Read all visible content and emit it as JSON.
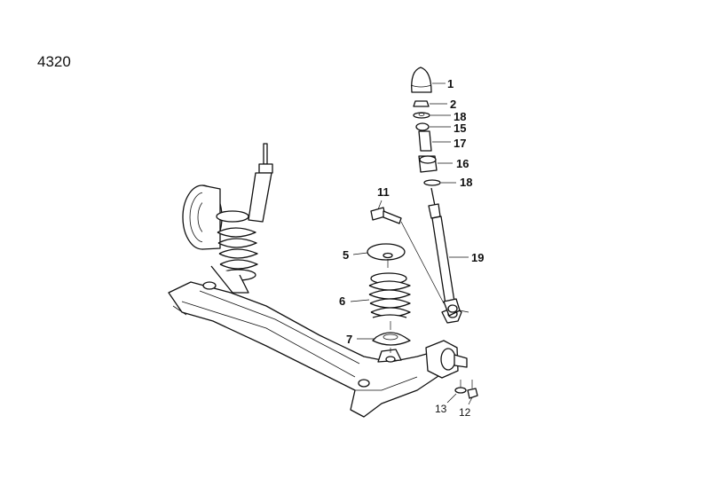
{
  "figure_number": "4320",
  "callouts": {
    "c1": "1",
    "c2": "2",
    "c18a": "18",
    "c15": "15",
    "c17": "17",
    "c16": "16",
    "c18b": "18",
    "c11": "11",
    "c19": "19",
    "c5": "5",
    "c6": "6",
    "c7": "7",
    "c13": "13",
    "c12": "12"
  }
}
